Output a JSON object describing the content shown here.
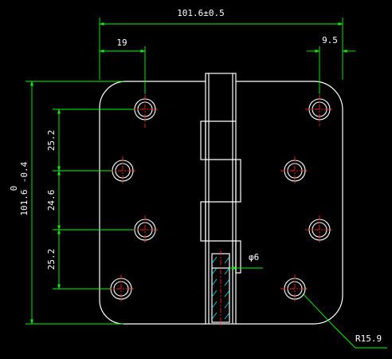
{
  "drawing": {
    "colors": {
      "background": "#000000",
      "outline": "#ffffff",
      "dimension": "#00ff00",
      "centerline": "#ff0000",
      "hatch": "#00ffff",
      "text": "#ffffff"
    },
    "dimensions": {
      "overall_width": "101.6±0.5",
      "hole_offset_left": "19",
      "hole_offset_right": "9.5",
      "overall_height_main": "101.6",
      "overall_height_tol_upper": "0",
      "overall_height_tol_lower": "-0.4",
      "spacing_top": "25.2",
      "spacing_mid": "24.6",
      "spacing_bottom": "25.2",
      "pin_diameter": "φ6",
      "corner_radius": "R15.9"
    }
  }
}
